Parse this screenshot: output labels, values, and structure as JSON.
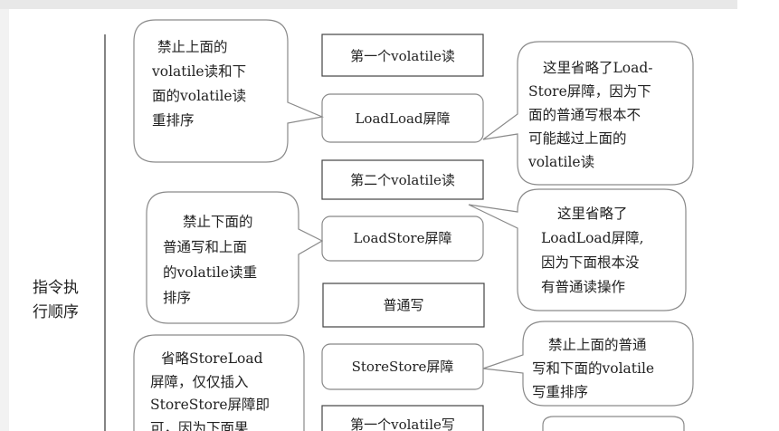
{
  "side_label": [
    "指令执",
    "行顺序"
  ],
  "sequence": [
    "第一个volatile读",
    "LoadLoad屏障",
    "第二个volatile读",
    "LoadStore屏障",
    "普通写",
    "StoreStore屏障",
    "第一个volatile写"
  ],
  "notes": {
    "left_1": [
      "禁止上面的",
      "volatile读和下",
      "面的volatile读",
      "重排序"
    ],
    "left_2": [
      "禁止下面的",
      "普通写和上面",
      "的volatile读重",
      "排序"
    ],
    "left_3": [
      "省略StoreLoad",
      "屏障，仅仅插入",
      "StoreStore屏障即",
      "可，因为下面果"
    ],
    "right_1": [
      "这里省略了Load-",
      "Store屏障，因为下",
      "面的普通写根本不",
      "可能越过上面的",
      "volatile读"
    ],
    "right_2": [
      "这里省略了",
      "LoadLoad屏障,",
      "因为下面根本没",
      "有普通读操作"
    ],
    "right_3": [
      "禁止上面的普通",
      "写和下面的volatile",
      "写重排序"
    ]
  },
  "colors": {
    "stroke": "#8a8a8a",
    "text": "#222222",
    "box_stroke": "#444444"
  }
}
